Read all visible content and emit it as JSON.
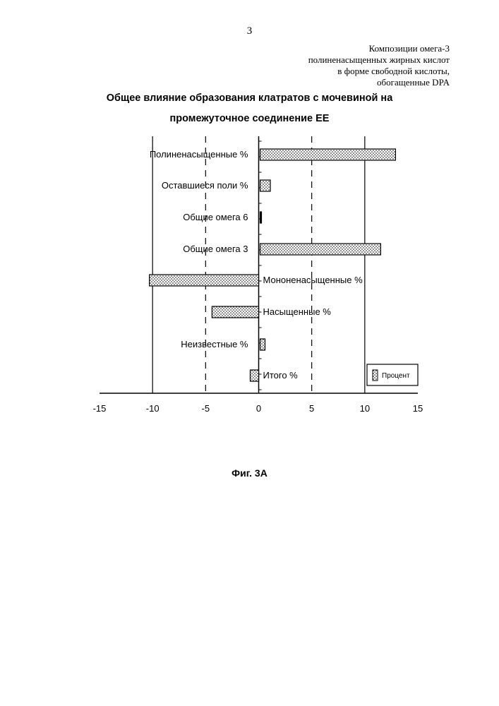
{
  "page": {
    "number": "3",
    "header_lines": [
      "Композиции омега-3",
      "полиненасыщенных жирных кислот",
      "в форме свободной кислоты,",
      "обогащенные DPA"
    ],
    "figure_caption": "Фиг. 3А"
  },
  "chart_data": {
    "type": "bar",
    "orientation": "horizontal",
    "title_lines": [
      "Общее влияние образования клатратов с мочевиной на",
      "промежуточное соединение ЕЕ"
    ],
    "categories": [
      "Полиненасыщенные %",
      "Оставшиеся поли %",
      "Общие омега 6",
      "Общие омега 3",
      "Мононенасыщенные %",
      "Насыщенные %",
      "Неизвестные %",
      "Итого %"
    ],
    "series": [
      {
        "name": "Процент",
        "values": [
          12.9,
          1.1,
          0.2,
          11.5,
          -10.3,
          -4.4,
          0.6,
          -0.8
        ]
      }
    ],
    "xlim": [
      -15,
      15
    ],
    "x_ticks": [
      "-15",
      "-10",
      "-5",
      "0",
      "5",
      "10",
      "15"
    ],
    "x_tick_values": [
      -15,
      -10,
      -5,
      0,
      5,
      10,
      15
    ],
    "gridlines": [
      -10,
      10
    ],
    "dashed_gridlines": [
      -5,
      5
    ],
    "legend_position": "bottom-right",
    "bar_pattern": "dotted",
    "colors": {
      "bar_fill": "#ffffff",
      "bar_dots": "#000000",
      "axis": "#000000"
    }
  }
}
